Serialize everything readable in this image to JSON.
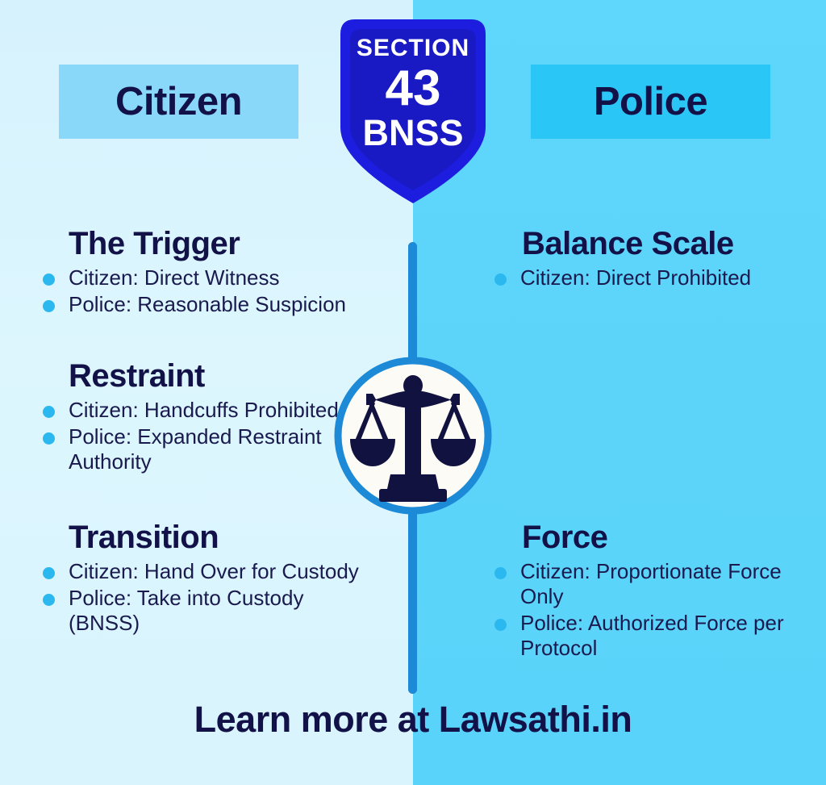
{
  "badge": {
    "line1": "SECTION",
    "line2": "43",
    "line3": "BNSS",
    "shield_outer_color": "#1d1de0",
    "shield_inner_color": "#1a1ac4",
    "text_color": "#ffffff"
  },
  "headers": {
    "left": "Citizen",
    "right": "Police",
    "left_band_color": "#8ad8f9",
    "right_band_color": "#2ac7f6",
    "text_color": "#121248"
  },
  "theme": {
    "left_background": "#ddf6fe",
    "right_background": "#5cd4fa",
    "spine_color": "#1c8ad6",
    "bullet_color": "#2bb8ef",
    "heading_color": "#121248",
    "body_color": "#1a1a4e",
    "emblem_ring_color": "#1c8ad6",
    "emblem_face_color": "#fdfbf5",
    "emblem_scale_color": "#121240"
  },
  "left_column": [
    {
      "title": "The Trigger",
      "bullets": [
        "Citizen: Direct Witness",
        "Police: Reasonable Suspicion"
      ]
    },
    {
      "title": "Restraint",
      "bullets": [
        "Citizen: Handcuffs Prohibited",
        "Police: Expanded Restraint Authority"
      ]
    },
    {
      "title": "Transition",
      "bullets": [
        "Citizen: Hand Over for Custody",
        "Police: Take into Custody (BNSS)"
      ]
    }
  ],
  "right_column": [
    {
      "title": "Balance Scale",
      "bullets": [
        "Citizen: Direct Prohibited"
      ]
    },
    {
      "title": "Force",
      "bullets": [
        "Citizen: Proportionate Force Only",
        "Police: Authorized Force per Protocol"
      ]
    }
  ],
  "emblem": {
    "icon": "balance-scale-icon"
  },
  "footer": {
    "text": "Learn more at Lawsathi.in"
  }
}
